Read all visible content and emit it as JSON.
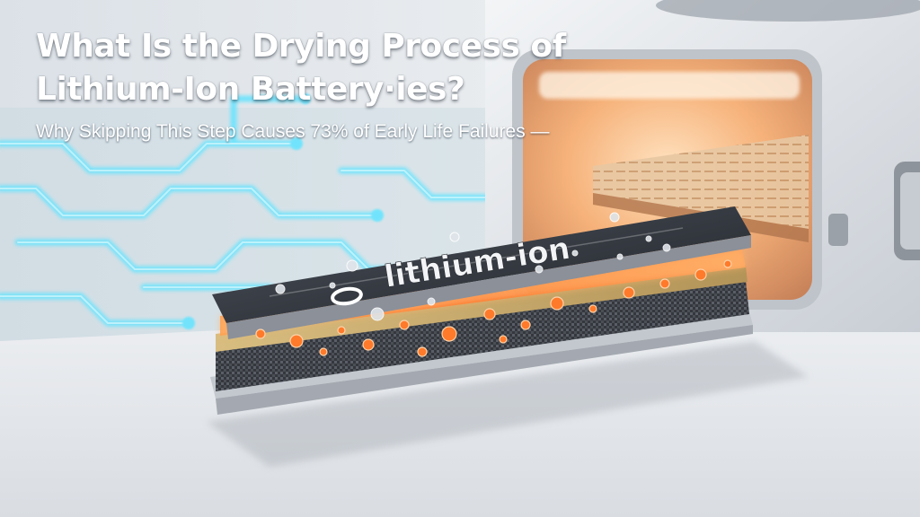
{
  "headline": {
    "title_line_1": "What Is the Drying Process of",
    "title_line_2": "Lithium-Ion Battery·ies?",
    "subtitle": "Why Skipping This Step Causes 73% of Early Life Failures —"
  },
  "battery": {
    "top_label": "lithium-ion"
  },
  "colors": {
    "circuit_glow": "#5fe3ff",
    "oven_interior": "#f6b27a",
    "heat_bubbles": "#ff7a2a",
    "battery_plate": "#3a3f47",
    "electrode_gold": "#c9a866",
    "electrode_mesh": "#3a3d44",
    "oven_body": "#dfe3e8",
    "background": "#e6eaee"
  },
  "icons": [
    "circuit-board-illustration",
    "drying-oven-illustration",
    "battery-cell-illustration",
    "heat-bubbles-illustration"
  ]
}
